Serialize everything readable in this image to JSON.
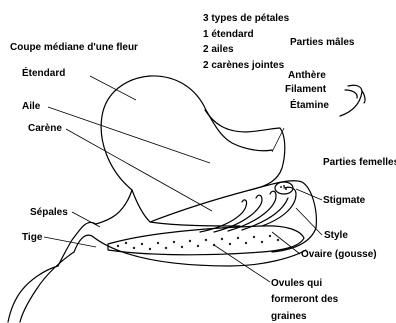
{
  "diagram": {
    "title": "Coupe médiane d'une fleur",
    "petal_info": {
      "line1": "3 types de pétales",
      "line2": "1 étendard",
      "line3": "2 ailes",
      "line4": "2 carènes jointes"
    },
    "labels": {
      "etendard": "Étendard",
      "aile": "Aile",
      "carene": "Carène",
      "sepales": "Sépales",
      "tige": "Tige",
      "parties_males": "Parties mâles",
      "anthere": "Anthère",
      "filament": "Filament",
      "etamine": "Étamine",
      "parties_femelles": "Parties femelles",
      "stigmate": "Stigmate",
      "style": "Style",
      "ovaire": "Ovaire (gousse)",
      "ovules_1": "Ovules qui",
      "ovules_2": "formeront des",
      "ovules_3": "graines"
    }
  }
}
